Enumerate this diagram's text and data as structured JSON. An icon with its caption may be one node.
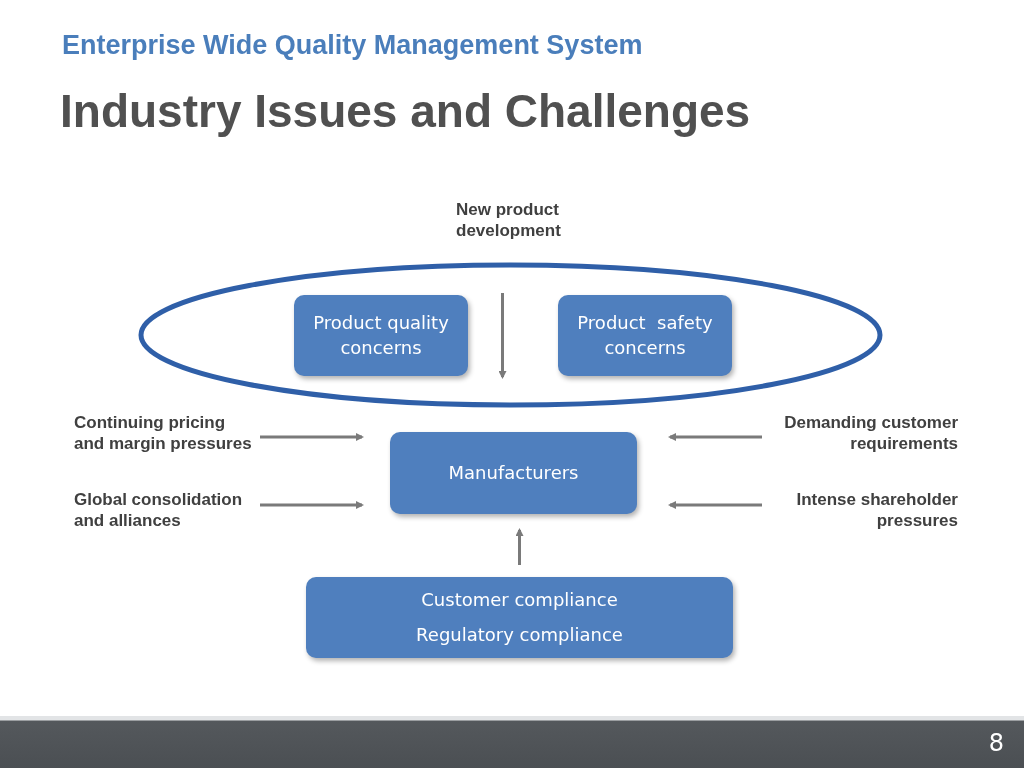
{
  "diagram": {
    "title": "Industry Issues and Challenges",
    "nodes": [
      {
        "text": [
          "New product development"
        ]
      },
      {
        "text": [],
        "shape": "ellipse"
      },
      {
        "text": [
          "Product quality concerns"
        ],
        "in": 1
      },
      {
        "text": [
          "Product  safety concerns"
        ],
        "in": 1
      },
      {
        "text": [
          "Continuing pricing and margin pressures"
        ]
      },
      {
        "text": [
          "Global consolidation and alliances"
        ]
      },
      {
        "text": [
          "Manufacturers"
        ]
      },
      {
        "text": [
          "Demanding customer requirements"
        ]
      },
      {
        "text": [
          "Intense shareholder pressures"
        ]
      },
      {
        "text": [
          "Customer compliance",
          "Regulatory compliance"
        ]
      }
    ],
    "edges": [
      {
        "from": null,
        "to": 1,
        "arrow": "to"
      },
      {
        "from": 4,
        "to": 6,
        "arrow": "to"
      },
      {
        "from": 5,
        "to": 6,
        "arrow": "to"
      },
      {
        "from": 7,
        "to": 6,
        "arrow": "to"
      },
      {
        "from": 8,
        "to": 6,
        "arrow": "to"
      },
      {
        "from": 9,
        "to": 6,
        "arrow": "to"
      }
    ],
    "labels": [
      "Enterprise Wide Quality Management System",
      "8"
    ]
  }
}
